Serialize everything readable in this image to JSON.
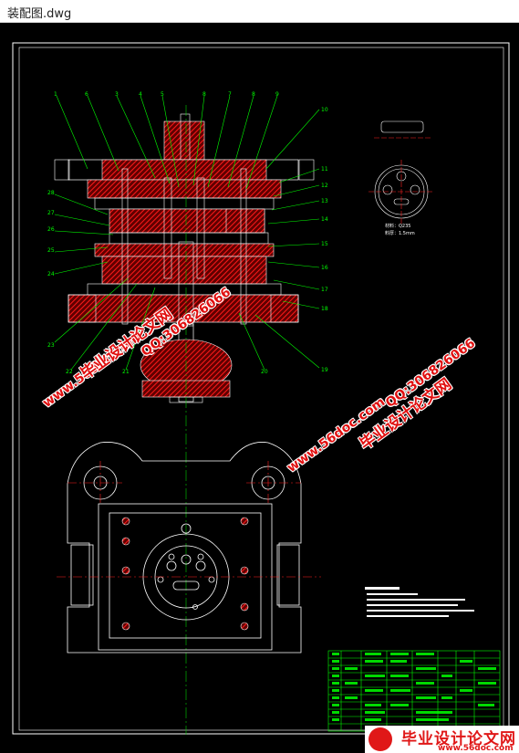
{
  "window": {
    "title": "装配图.dwg"
  },
  "drawing": {
    "balloons_left": [
      "1",
      "6",
      "3",
      "4",
      "5",
      "8",
      "7",
      "8",
      "9",
      "28",
      "27",
      "26",
      "25",
      "24",
      "23",
      "22",
      "21",
      "20"
    ],
    "balloons_right": [
      "10",
      "11",
      "12",
      "13",
      "14",
      "15",
      "16",
      "17",
      "18",
      "19"
    ],
    "part_note": {
      "material": "材料：Q235",
      "thickness": "料厚：1.5mm"
    },
    "colors": {
      "background": "#000000",
      "outline": "#ffffff",
      "leader": "#00ff00",
      "hatch": "#ff0000",
      "center_line": "#ff2020",
      "table_lines": "#00ff00"
    }
  },
  "watermarks": {
    "site": "www.56doc.com",
    "qq": "QQ:306826066",
    "brand": "毕业设计论文网"
  },
  "bottom_logo": {
    "brand": "毕业设计论文网",
    "site": "www.56doc.com"
  }
}
